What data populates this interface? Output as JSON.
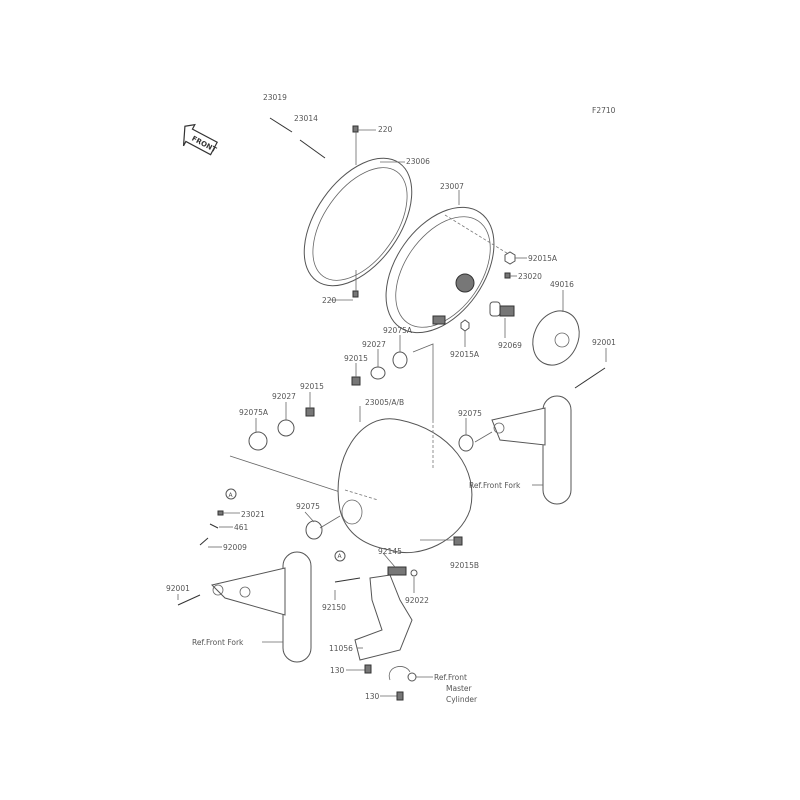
{
  "diagram_code": "F2710",
  "front_arrow": "FRONT",
  "labels": {
    "p23019": "23019",
    "p23014": "23014",
    "p220_top": "220",
    "p23006": "23006",
    "p23007": "23007",
    "p92015A_top": "92015A",
    "p23020": "23020",
    "p49016": "49016",
    "p220_bottom": "220",
    "p92015A_bottom": "92015A",
    "p92069": "92069",
    "p92001_right": "92001",
    "p92075A_right": "92075A",
    "p92027_right": "92027",
    "p92015_right": "92015",
    "p92015_left": "92015",
    "p92027_left": "92027",
    "p92075A_left": "92075A",
    "p23005": "23005/A/B",
    "p92075_right": "92075",
    "ref_fork_right": "Ref.Front Fork",
    "marker_a_top": "A",
    "p23021": "23021",
    "p461": "461",
    "p92009": "92009",
    "p92075_left": "92075",
    "marker_a_bottom": "A",
    "p92145": "92145",
    "p92015B": "92015B",
    "p92150": "92150",
    "p92022": "92022",
    "p92001_left": "92001",
    "ref_fork_left": "Ref.Front Fork",
    "p11056": "11056",
    "p130_top": "130",
    "p130_bottom": "130",
    "ref_master_1": "Ref.Front",
    "ref_master_2": "Master",
    "ref_master_3": "Cylinder"
  }
}
